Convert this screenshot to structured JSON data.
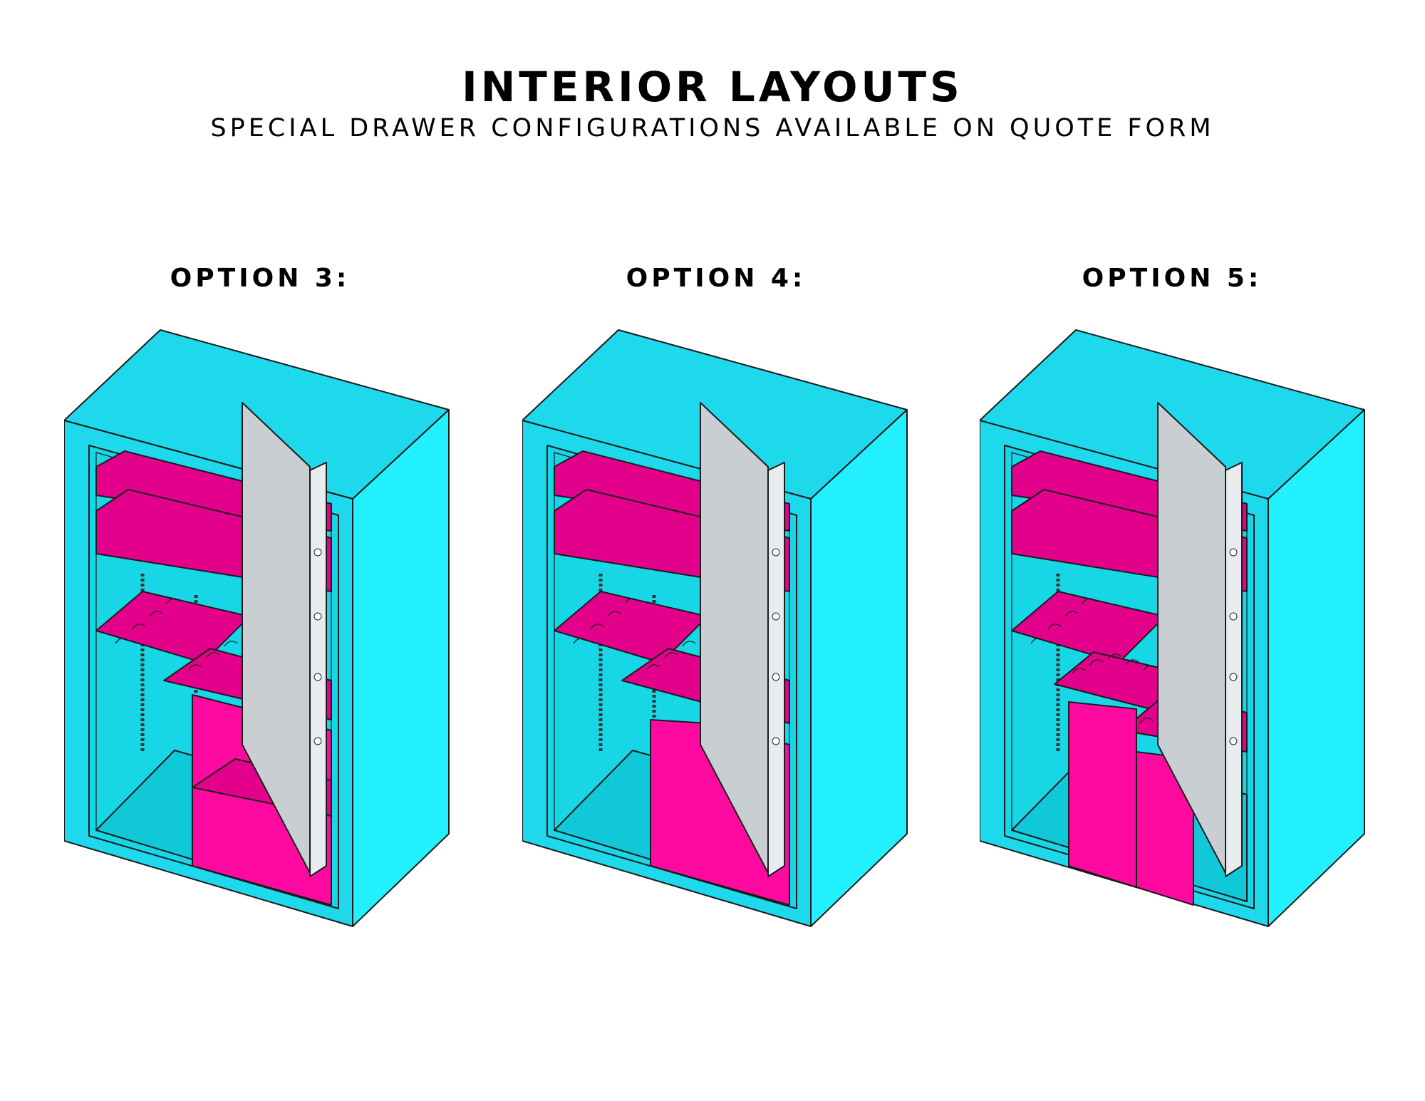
{
  "header": {
    "title": "INTERIOR LAYOUTS",
    "subtitle": "SPECIAL DRAWER CONFIGURATIONS AVAILABLE ON QUOTE FORM"
  },
  "options": [
    {
      "label": "OPTION 3:"
    },
    {
      "label": "OPTION 4:"
    },
    {
      "label": "OPTION 5:"
    }
  ],
  "colors": {
    "safe_body": "#1ed8ec",
    "safe_side": "#22f0ff",
    "interior": "#17d6e6",
    "shelf": "#e3008a",
    "shelf_light": "#ff0aa0",
    "door": "#c9ced2"
  }
}
